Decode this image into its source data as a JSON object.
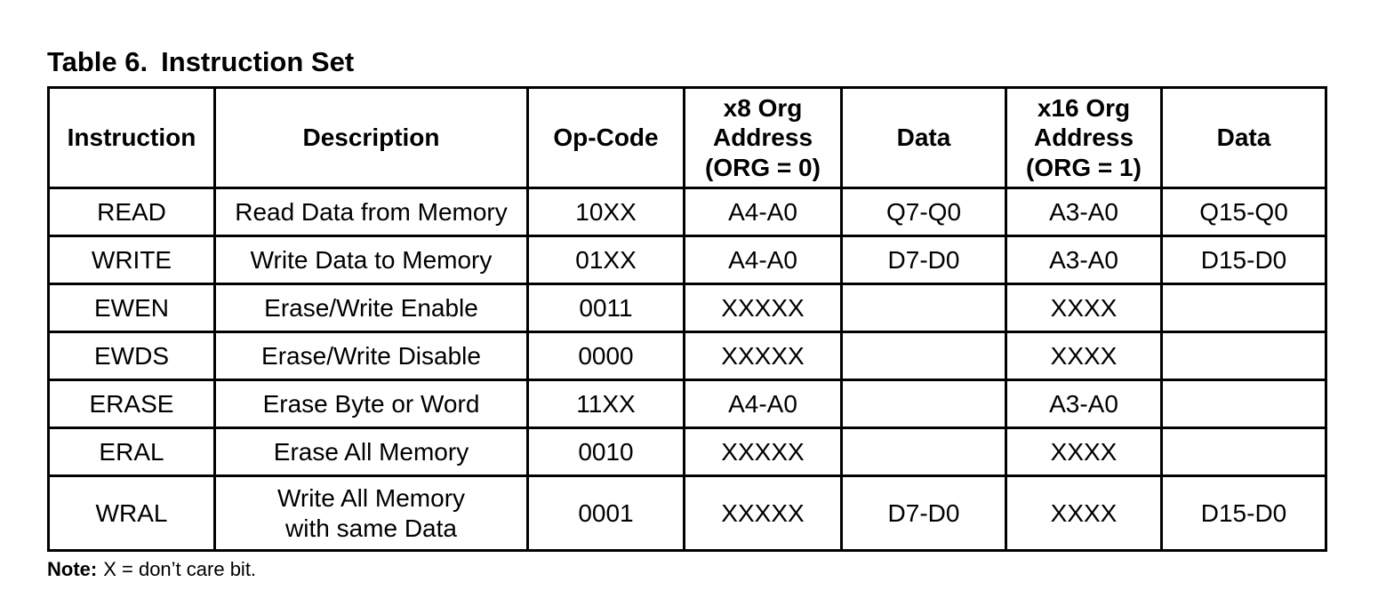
{
  "title": {
    "label": "Table 6.",
    "text": "Instruction Set"
  },
  "table": {
    "headers": {
      "instruction": "Instruction",
      "description": "Description",
      "op_code": "Op-Code",
      "x8_address": "x8 Org\nAddress\n(ORG = 0)",
      "x8_data": "Data",
      "x16_address": "x16 Org\nAddress\n(ORG = 1)",
      "x16_data": "Data"
    },
    "rows": [
      {
        "instruction": "READ",
        "description": "Read Data from Memory",
        "op_code": "10XX",
        "x8_address": "A4-A0",
        "x8_data": "Q7-Q0",
        "x16_address": "A3-A0",
        "x16_data": "Q15-Q0"
      },
      {
        "instruction": "WRITE",
        "description": "Write Data to Memory",
        "op_code": "01XX",
        "x8_address": "A4-A0",
        "x8_data": "D7-D0",
        "x16_address": "A3-A0",
        "x16_data": "D15-D0"
      },
      {
        "instruction": "EWEN",
        "description": "Erase/Write Enable",
        "op_code": "0011",
        "x8_address": "XXXXX",
        "x8_data": "",
        "x16_address": "XXXX",
        "x16_data": ""
      },
      {
        "instruction": "EWDS",
        "description": "Erase/Write Disable",
        "op_code": "0000",
        "x8_address": "XXXXX",
        "x8_data": "",
        "x16_address": "XXXX",
        "x16_data": ""
      },
      {
        "instruction": "ERASE",
        "description": "Erase Byte or Word",
        "op_code": "11XX",
        "x8_address": "A4-A0",
        "x8_data": "",
        "x16_address": "A3-A0",
        "x16_data": ""
      },
      {
        "instruction": "ERAL",
        "description": "Erase All Memory",
        "op_code": "0010",
        "x8_address": "XXXXX",
        "x8_data": "",
        "x16_address": "XXXX",
        "x16_data": ""
      },
      {
        "instruction": "WRAL",
        "description": "Write All Memory\nwith same Data",
        "op_code": "0001",
        "x8_address": "XXXXX",
        "x8_data": "D7-D0",
        "x16_address": "XXXX",
        "x16_data": "D15-D0"
      }
    ]
  },
  "note": {
    "label": "Note:",
    "text": "X = don’t care bit."
  }
}
